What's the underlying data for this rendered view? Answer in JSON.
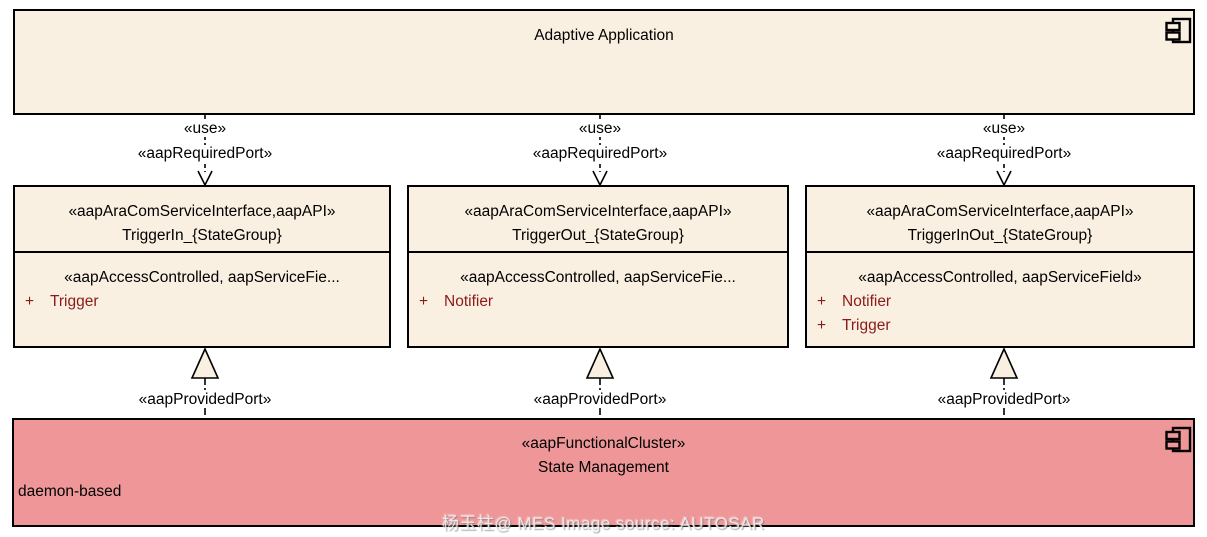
{
  "colors": {
    "background": "#ffffff",
    "box_fill": "#faf0e1",
    "cluster_fill": "#ef9798",
    "border": "#000000",
    "attribute_text": "#8b1a1a"
  },
  "top_component": {
    "name": "Adaptive Application"
  },
  "connector_labels": {
    "use": "«use»",
    "required_port": "«aapRequiredPort»",
    "provided_port": "«aapProvidedPort»"
  },
  "interfaces": [
    {
      "stereotype": "«aapAraComServiceInterface,aapAPI»",
      "name": "TriggerIn_{StateGroup}",
      "body_stereotype": "«aapAccessControlled, aapServiceFie...",
      "attributes": [
        {
          "visibility": "+",
          "name": "Trigger"
        }
      ]
    },
    {
      "stereotype": "«aapAraComServiceInterface,aapAPI»",
      "name": "TriggerOut_{StateGroup}",
      "body_stereotype": "«aapAccessControlled, aapServiceFie...",
      "attributes": [
        {
          "visibility": "+",
          "name": "Notifier"
        }
      ]
    },
    {
      "stereotype": "«aapAraComServiceInterface,aapAPI»",
      "name": "TriggerInOut_{StateGroup}",
      "body_stereotype": "«aapAccessControlled, aapServiceField»",
      "attributes": [
        {
          "visibility": "+",
          "name": "Notifier"
        },
        {
          "visibility": "+",
          "name": "Trigger"
        }
      ]
    }
  ],
  "cluster": {
    "stereotype": "«aapFunctionalCluster»",
    "name": "State Management",
    "annotation": "daemon-based"
  },
  "watermark": "杨玉柱@ MES Image source:  AUTOSAR"
}
